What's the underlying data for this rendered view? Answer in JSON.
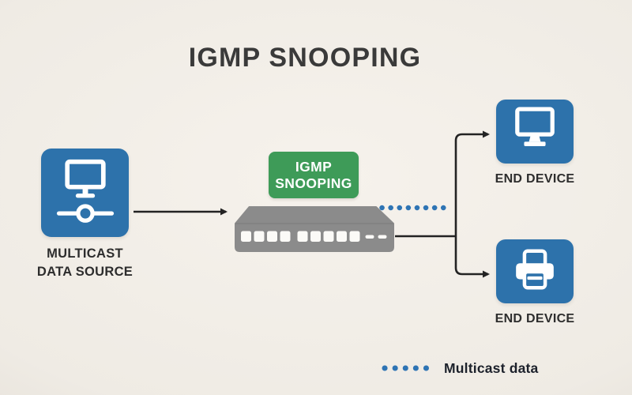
{
  "title": "IGMP SNOOPING",
  "colors": {
    "bg_center": "#f6f2ec",
    "bg_edge": "#ddd7cf",
    "device_blue": "#2d72ab",
    "badge_green": "#3e9b58",
    "switch_gray": "#8b8b8b",
    "switch_fold": "#7c7c7c",
    "port_white": "#fbfaf7",
    "connector_dark": "#232323",
    "dot_blue": "#2e74b4",
    "text_dark": "#2d2d2d",
    "title_dark": "#3a3a3a"
  },
  "nodes": {
    "source": {
      "label_line1": "MULTICAST",
      "label_line2": "DATA SOURCE",
      "icon": "networked-monitor-icon"
    },
    "switch": {
      "icon": "network-switch",
      "ports": 9,
      "indicators": 2,
      "badge": {
        "line1": "IGMP",
        "line2": "SNOOPING"
      }
    },
    "end_device_top": {
      "label": "END DEVICE",
      "icon": "monitor-icon"
    },
    "end_device_bottom": {
      "label": "END DEVICE",
      "icon": "printer-icon"
    }
  },
  "legend": {
    "label": "Multicast data",
    "swatch": "dotted-blue-line"
  }
}
